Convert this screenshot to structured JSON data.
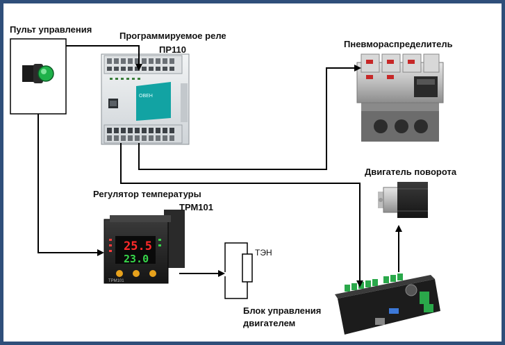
{
  "labels": {
    "control_panel": "Пульт управления",
    "plc_title": "Программируемое реле",
    "plc_model": "ПР110",
    "pneumatic": "Пневмораспределитель",
    "motor": "Двигатель поворота",
    "temp_reg_title": "Регулятор температуры",
    "temp_reg_model": "ТРМ101",
    "heater": "ТЭН",
    "motor_ctrl_line1": "Блок управления",
    "motor_ctrl_line2": "двигателем"
  },
  "device_text": {
    "trm_display_top": "25.5",
    "trm_display_bottom": "23.0",
    "trm_label": "ТРМ101",
    "plc_brand": "ОВЕН"
  },
  "colors": {
    "frame": "#2f4f7a",
    "wire": "#000000",
    "display_red": "#ff2a2a",
    "display_green": "#37d64a",
    "plc_panel": "#12a3a3",
    "driver_green": "#2aa84a",
    "button_green": "#1fb14a"
  }
}
